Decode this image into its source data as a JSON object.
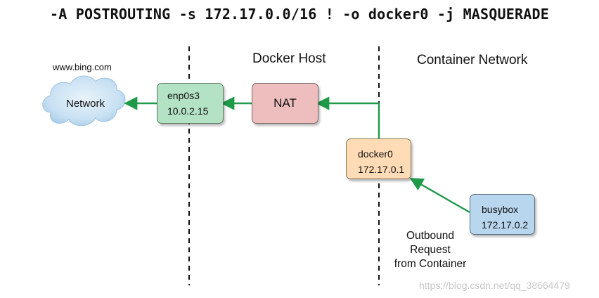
{
  "command": "-A POSTROUTING -s 172.17.0.0/16 ! -o docker0 -j MASQUERADE",
  "zones": {
    "docker_host": "Docker Host",
    "container_network": "Container Network"
  },
  "internet": {
    "host": "www.bing.com",
    "cloud_label": "Network"
  },
  "nodes": {
    "enp0s3": {
      "name": "enp0s3",
      "ip": "10.0.2.15",
      "color": "#b4e2c4"
    },
    "nat": {
      "name": "NAT",
      "color": "#eebdbd"
    },
    "docker0": {
      "name": "docker0",
      "ip": "172.17.0.1",
      "color": "#ffdcb6"
    },
    "busybox": {
      "name": "busybox",
      "ip": "172.17.0.2",
      "color": "#b9d6ef"
    }
  },
  "annotation": {
    "line1": "Outbound",
    "line2": "Request",
    "line3": "from Container"
  },
  "arrow_color": "#1f9a4a",
  "watermark": "https://blog.csdn.net/qq_38664479"
}
